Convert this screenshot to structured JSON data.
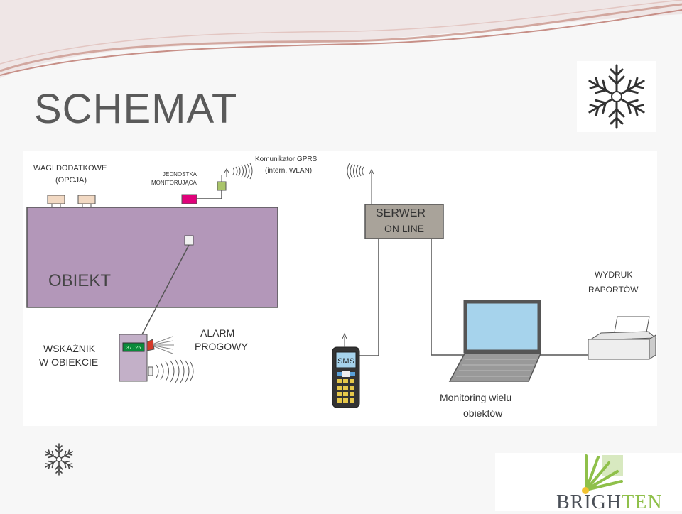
{
  "slide": {
    "title": "SCHEMAT"
  },
  "diagram": {
    "object_label": "OBIEKT",
    "extra_scales": [
      "WAGI DODATKOWE",
      "(OPCJA)"
    ],
    "monitoring_unit": [
      "JEDNOSTKA",
      "MONITORUJĄCA"
    ],
    "gprs": [
      "Komunikator GPRS",
      "(intern. WLAN)"
    ],
    "server": [
      "SERWER",
      "ON LINE"
    ],
    "indicator": [
      "WSKAŹNIK",
      "W OBIEKCIE"
    ],
    "indicator_display": "37.25",
    "alarm": [
      "ALARM",
      "PROGOWY"
    ],
    "sms_label": "SMS",
    "monitoring": [
      "Monitoring wielu",
      "obiektów"
    ],
    "printout": [
      "WYDRUK",
      "RAPORTÓW"
    ]
  },
  "brand": {
    "logo_text_a": "BRIGH",
    "logo_text_b": "TEN"
  },
  "colors": {
    "object_fill": "#b397b9",
    "server_fill": "#a9a39a",
    "screen_fill": "#a6d3ec",
    "unit_fill": "#e0007a",
    "scale_fill": "#f2d9c3",
    "brand_green": "#8fc04a"
  }
}
